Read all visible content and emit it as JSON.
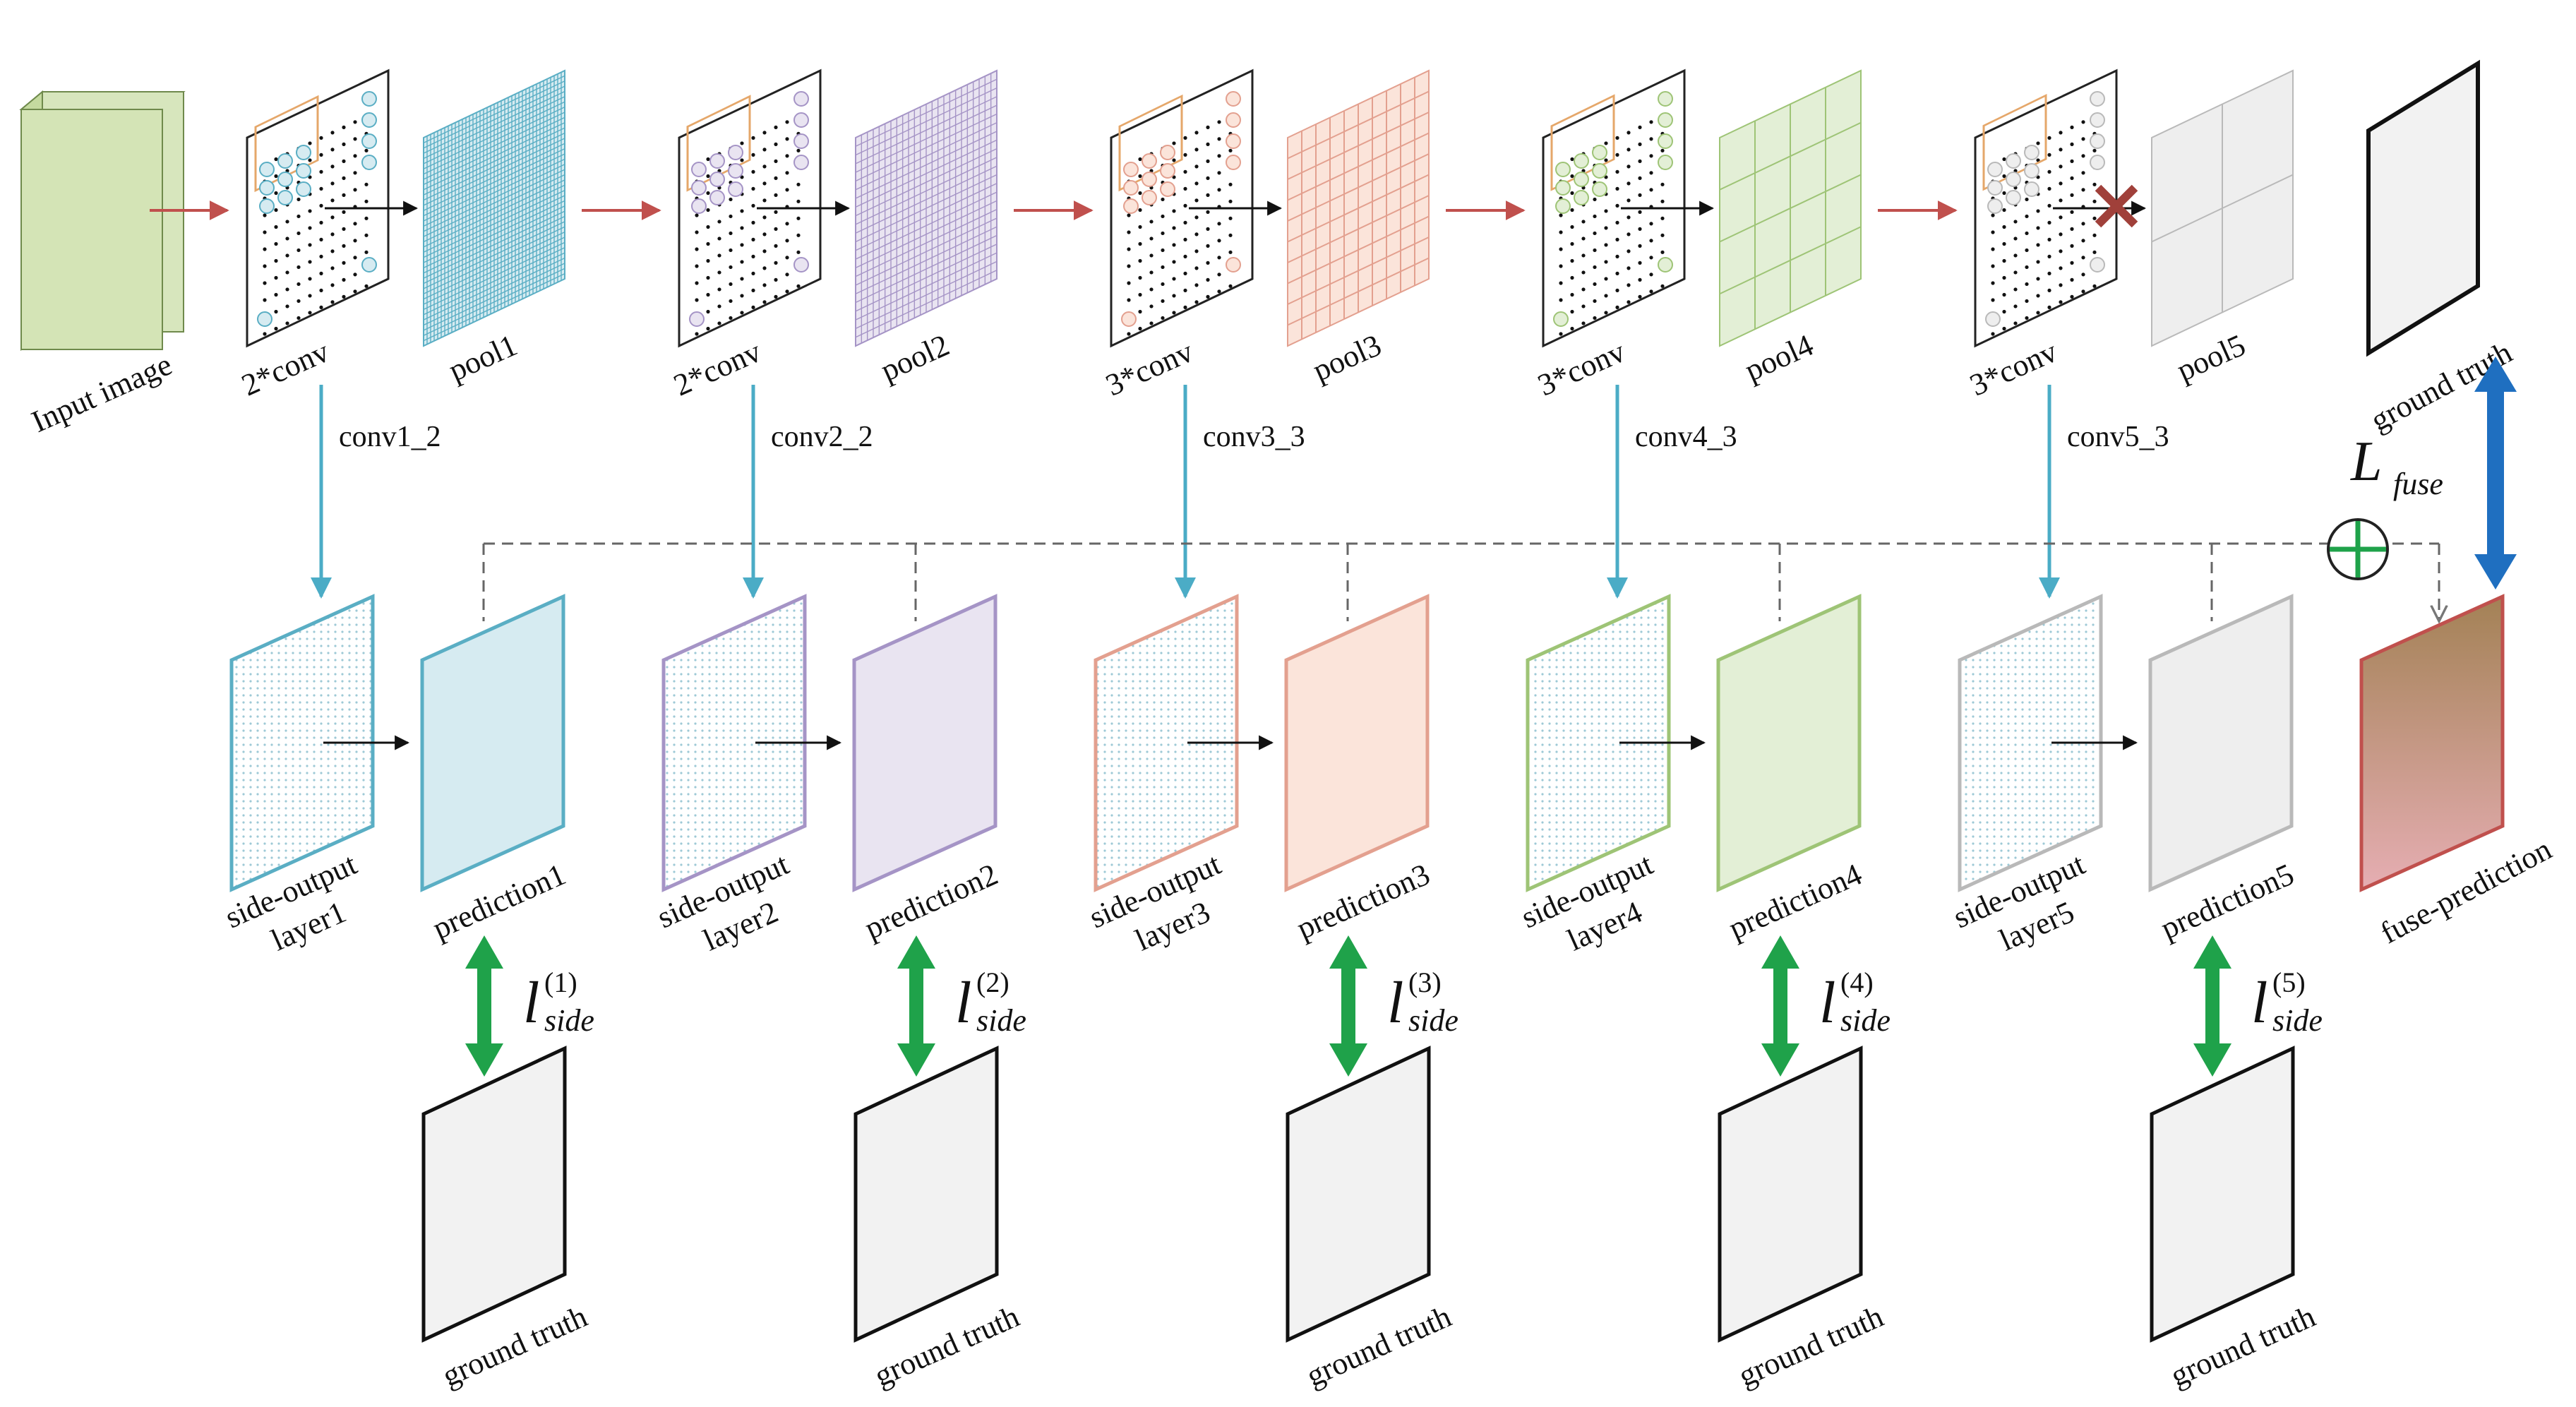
{
  "input_label": "Input image",
  "stages": [
    {
      "conv": "2*conv",
      "pool": "pool1",
      "side": "conv1_2",
      "side_l1": "side-output",
      "side_l2": "layer1",
      "pred": "prediction1",
      "loss_sup": "(1)",
      "gt": "ground truth",
      "color": "#5aaec4",
      "fill": "#d6ebf1",
      "cross": false
    },
    {
      "conv": "2*conv",
      "pool": "pool2",
      "side": "conv2_2",
      "side_l1": "side-output",
      "side_l2": "layer2",
      "pred": "prediction2",
      "loss_sup": "(2)",
      "gt": "ground truth",
      "color": "#a594c6",
      "fill": "#e9e4f1",
      "cross": false
    },
    {
      "conv": "3*conv",
      "pool": "pool3",
      "side": "conv3_3",
      "side_l1": "side-output",
      "side_l2": "layer3",
      "pred": "prediction3",
      "loss_sup": "(3)",
      "gt": "ground truth",
      "color": "#e3a08f",
      "fill": "#fbe4da",
      "cross": false
    },
    {
      "conv": "3*conv",
      "pool": "pool4",
      "side": "conv4_3",
      "side_l1": "side-output",
      "side_l2": "layer4",
      "pred": "prediction4",
      "loss_sup": "(4)",
      "gt": "ground truth",
      "color": "#9ec476",
      "fill": "#e3efd6",
      "cross": false
    },
    {
      "conv": "3*conv",
      "pool": "pool5",
      "side": "conv5_3",
      "side_l1": "side-output",
      "side_l2": "layer5",
      "pred": "prediction5",
      "loss_sup": "(5)",
      "gt": "ground truth",
      "color": "#b9b9b9",
      "fill": "#eeeeee",
      "cross": true
    }
  ],
  "loss_side": {
    "l": "l",
    "sub": "side"
  },
  "loss_fuse": {
    "L": "L",
    "sub": "fuse"
  },
  "fuse_label": "fuse-prediction",
  "top_gt_label": "ground truth",
  "colors": {
    "red_arrow": "#c0504d",
    "teal_arrow": "#4bacc6",
    "green_arrow": "#1fa24a",
    "blue_arrow": "#1f6fc0",
    "cross": "#a0403a"
  }
}
